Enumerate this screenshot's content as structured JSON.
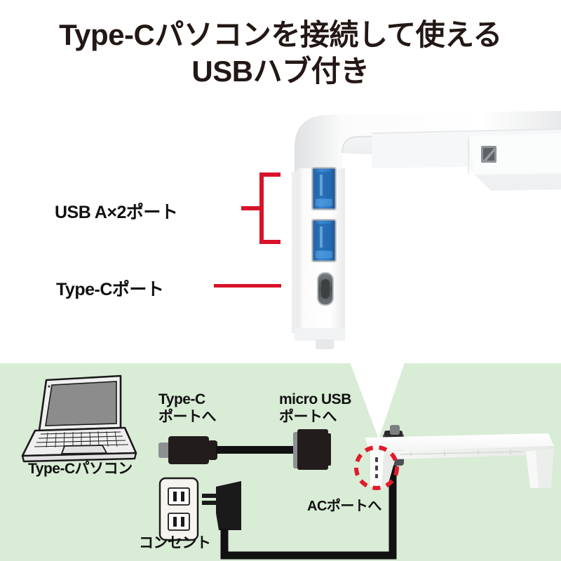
{
  "title": {
    "line1": "Type-Cパソコンを接続して使える",
    "line2": "USBハブ付き"
  },
  "colors": {
    "accent_red": "#d81329",
    "panel_green": "#d9ecd6",
    "text_dark": "#231815",
    "usb_blue": "#2878c8"
  },
  "callouts": [
    {
      "label": "USB A×2ポート",
      "marker": "red-bracket"
    },
    {
      "label": "Type-Cポート",
      "marker": "red-line"
    }
  ],
  "product_photo": {
    "description": "white-monitor-stand-leg",
    "ports": [
      {
        "type": "usb-a",
        "color": "#2878c8"
      },
      {
        "type": "usb-a",
        "color": "#2878c8"
      },
      {
        "type": "usb-c",
        "color": "#4a4a4a"
      }
    ]
  },
  "diagram": {
    "laptop_label": "Type-Cパソコン",
    "typec_port_label_line1": "Type-C",
    "typec_port_label_line2": "ポートへ",
    "micro_usb_label_line1": "micro USB",
    "micro_usb_label_line2": "ポートへ",
    "ac_port_label": "ACポートへ",
    "outlet_label": "コンセント",
    "highlight": "red-dashed-circle"
  }
}
